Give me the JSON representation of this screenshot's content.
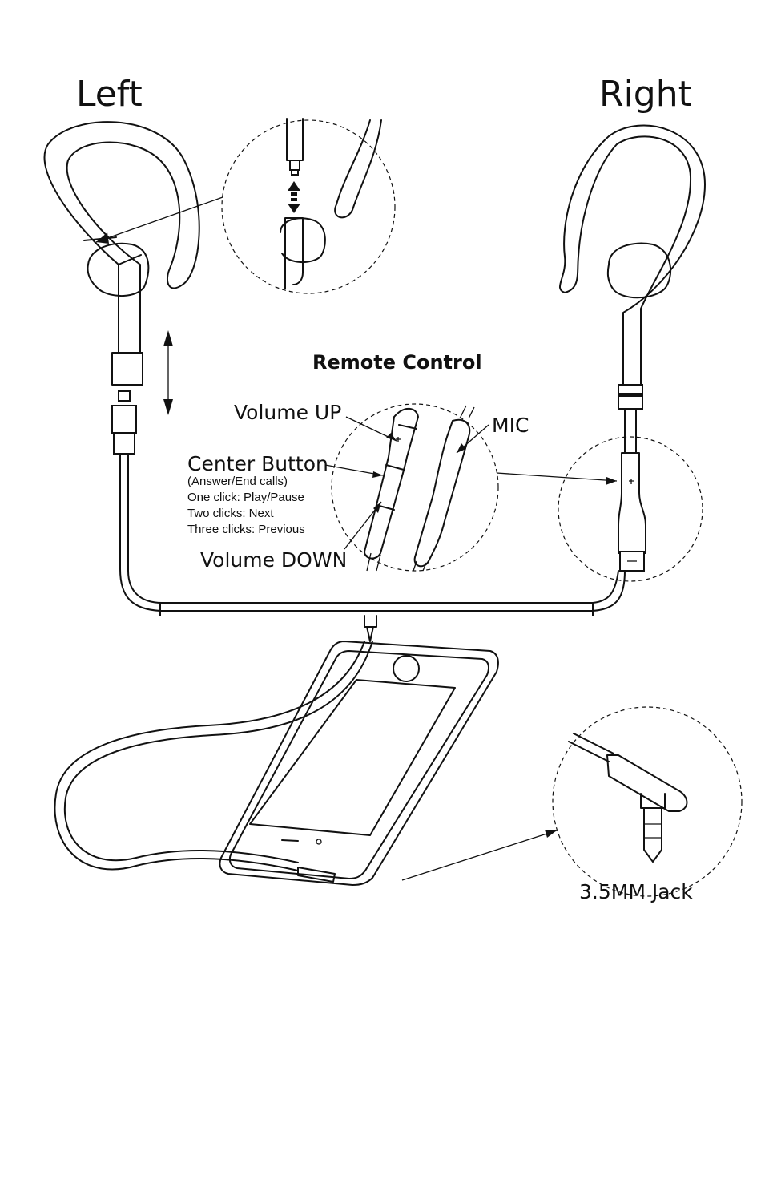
{
  "labels": {
    "left": "Left",
    "right": "Right",
    "remote_title": "Remote Control",
    "volume_up": "Volume UP",
    "mic": "MIC",
    "center_button": "Center Button",
    "center_sub_1": "(Answer/End calls)",
    "center_sub_2": "One click: Play/Pause",
    "center_sub_3": "Two clicks: Next",
    "center_sub_4": "Three clicks: Previous",
    "volume_down": "Volume DOWN",
    "jack": "3.5MM Jack"
  }
}
